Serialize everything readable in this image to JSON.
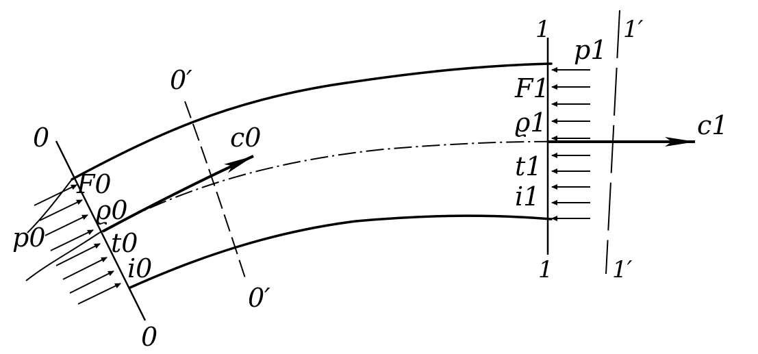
{
  "colors": {
    "ink": "#000000",
    "paper": "#ffffff"
  },
  "labels": {
    "section_0_top": "0",
    "section_0_bottom": "0",
    "section_0p_top": "0′",
    "section_0p_bottom": "0′",
    "section_1_top": "1",
    "section_1_bottom": "1",
    "section_1p_top": "1′",
    "section_1p_bottom": "1′",
    "area_inlet": "F0",
    "density_inlet": "ϱ0",
    "temperature_inlet": "t0",
    "enthalpy_inlet": "i0",
    "pressure_inlet": "p0",
    "velocity_inlet": "c0",
    "area_outlet": "F1",
    "density_outlet": "ϱ1",
    "temperature_outlet": "t1",
    "enthalpy_outlet": "i1",
    "pressure_outlet": "p1",
    "velocity_outlet": "c1"
  }
}
